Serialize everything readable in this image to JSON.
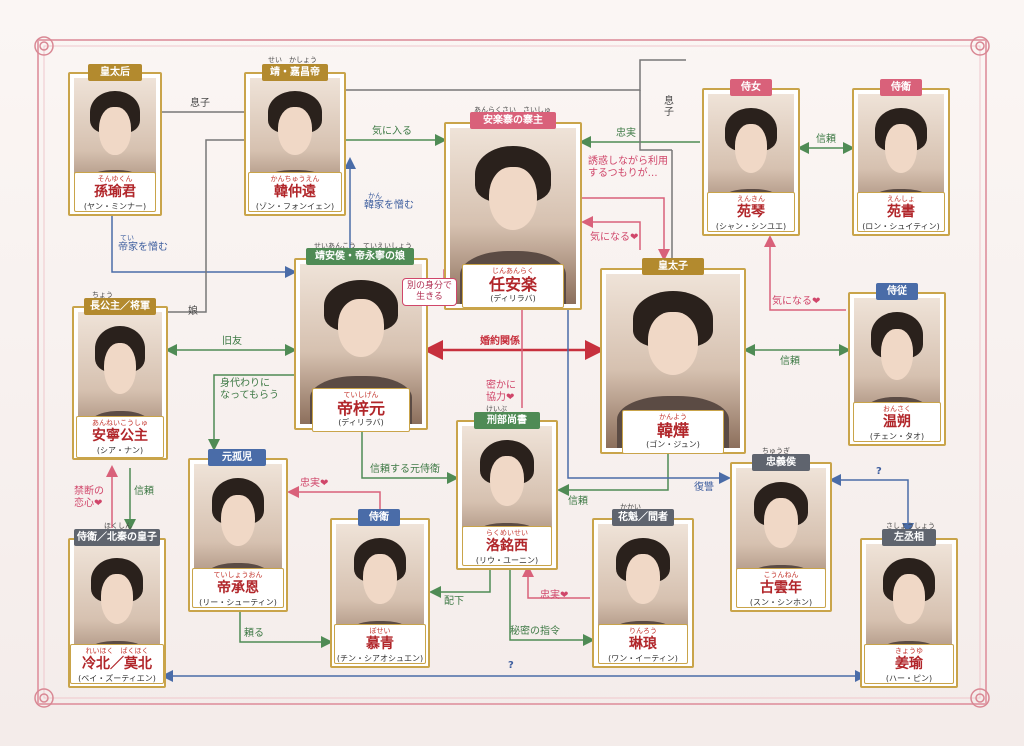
{
  "characters": {
    "sun": {
      "role": "皇太后",
      "ruby": "そんゆくん",
      "name": "孫瑜君",
      "actor": "(ヤン・ミンナー)"
    },
    "jing": {
      "role_ruby": "せい　かしょう",
      "role": "靖・嘉昌帝",
      "ruby": "かんちゅうえん",
      "name": "韓仲遠",
      "actor": "(ゾン・フォンイェン)"
    },
    "ren": {
      "role_ruby": "あんらくさい　さいしゅ",
      "role": "安楽寨の寨主",
      "ruby": "じんあんらく",
      "name": "任安楽",
      "actor": "(ディリラバ)"
    },
    "yuanqin": {
      "role": "侍女",
      "ruby": "えんきん",
      "name": "苑琴",
      "actor": "(シャン・シンユエ)"
    },
    "yuanshu": {
      "role": "侍衛",
      "ruby": "えんしょ",
      "name": "苑書",
      "actor": "(ロン・シュイティン)"
    },
    "di": {
      "role_ruby": "せいあんこう　ていえいしょう",
      "role": "靖安侯・帝永寧の娘",
      "ruby": "ていしげん",
      "name": "帝梓元",
      "actor": "(ディリラバ)"
    },
    "han": {
      "role": "皇太子",
      "ruby": "かんよう",
      "name": "韓燁",
      "actor": "(ゴン・ジュン)"
    },
    "anning": {
      "role_ruby": "ちょう",
      "role": "長公主／将軍",
      "ruby": "あんねいこうしゅ",
      "name": "安寧公主",
      "actor": "(シア・ナン)"
    },
    "wen": {
      "role": "侍従",
      "ruby": "おんさく",
      "name": "温朔",
      "actor": "(チェン・タオ)"
    },
    "chengen": {
      "role": "元孤児",
      "ruby": "ていしょうおん",
      "name": "帝承恩",
      "actor": "(リー・シューティン)"
    },
    "luo": {
      "role_ruby": "けいぶ",
      "role": "刑部尚書",
      "ruby": "らくめいせい",
      "name": "洛銘西",
      "actor": "(リウ・ユーニン)"
    },
    "gu": {
      "role_ruby": "ちゅうぎ",
      "role": "忠義侯",
      "ruby": "こうんねん",
      "name": "古雲年",
      "actor": "(スン・シンホン)"
    },
    "leng": {
      "role_ruby": "ほくしん",
      "role": "侍衛／北秦の皇子",
      "ruby": "れいほく　ばくほく",
      "name": "冷北／莫北",
      "actor": "(ベイ・ズーティエン)"
    },
    "muqing": {
      "role": "侍衛",
      "ruby": "ぼせい",
      "name": "慕青",
      "actor": "(チン・シアオシュエン)"
    },
    "linlang": {
      "role_ruby": "かかい",
      "role": "花魁／間者",
      "ruby": "りんろう",
      "name": "琳琅",
      "actor": "(ワン・イーティン)"
    },
    "jiang": {
      "role_ruby": "さしょうしょう",
      "role": "左丞相",
      "ruby": "きょうゆ",
      "name": "姜瑜",
      "actor": "(ハー・ピン)"
    }
  },
  "relations": {
    "r1": "息子",
    "r2": "気に入る",
    "r3": "忠実",
    "r4": "息子",
    "r5": "信頼",
    "r6_ruby": "かん",
    "r6": "韓家を憎む",
    "r7_ruby": "てい",
    "r7": "帝家を憎む",
    "r8": "誘惑しながら利用\nするつもりが…",
    "r9": "気になる❤",
    "r10": "別の身分で\n生きる",
    "r11": "娘",
    "r12": "旧友",
    "r13": "婚約関係",
    "r14": "気になる❤",
    "r15": "信頼",
    "r16": "身代わりに\nなってもらう",
    "r17": "密かに\n協力❤",
    "r18": "信頼する元侍衛",
    "r19": "忠実❤",
    "r20": "禁断の\n恋心❤",
    "r21": "信頼",
    "r22": "信頼",
    "r23": "復讐",
    "r24": "?",
    "r25": "配下",
    "r26": "忠実❤",
    "r27": "頼る",
    "r28": "秘密の指令",
    "r29": "?"
  },
  "colors": {
    "blue": "#4a6ca8",
    "pink": "#d9617a",
    "green": "#4f8b55",
    "gray": "#6b6b6b",
    "red": "#c7303d",
    "gold": "#c9a44a"
  }
}
